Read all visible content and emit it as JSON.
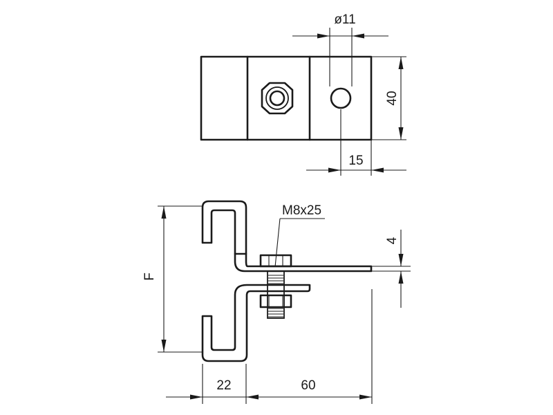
{
  "dimensions": {
    "hole_diameter": "ø11",
    "height_top": "40",
    "edge_distance": "15",
    "bolt": "M8x25",
    "thickness": "4",
    "F": "F",
    "width_left": "22",
    "length": "60"
  }
}
